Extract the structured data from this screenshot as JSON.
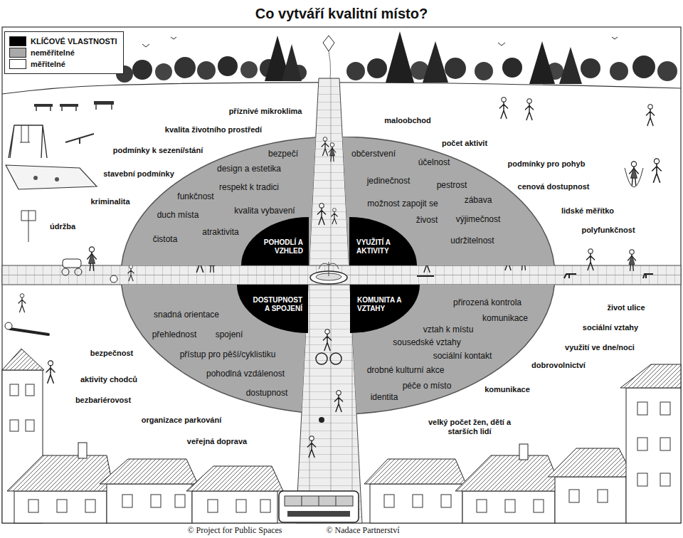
{
  "diagram": {
    "title": "Co vytváří kvalitní místo?",
    "nodes": [
      {
        "text": [
          "bezpečí",
          "design a estetika",
          "respekt k tradici",
          "funkčnost",
          "kvalita vybavení",
          "duch místa",
          "atraktivita",
          "čistota"
        ]
      },
      {
        "text": [
          "POHODLÍ A VZHLED"
        ],
        "in": 0
      },
      {
        "text": [
          "občerstvení",
          "účelnost",
          "jedinečnost",
          "pestrost",
          "možnost zapojit se",
          "zábava",
          "živost",
          "výjimečnost",
          "udržitelnost"
        ]
      },
      {
        "text": [
          "VYUŽITÍ A AKTIVITY"
        ],
        "in": 2
      },
      {
        "text": [
          "snadná orientace",
          "přehlednost",
          "spojení",
          "přístup pro pěší/cyklistiku",
          "pohodlná vzdálenost",
          "dostupnost"
        ]
      },
      {
        "text": [
          "DOSTUPNOST A SPOJENÍ"
        ],
        "in": 4
      },
      {
        "text": [
          "přirozená kontrola",
          "komunikace",
          "vztah k místu",
          "sousedské vztahy",
          "sociální kontakt",
          "drobné kulturní akce",
          "péče o místo",
          "identita"
        ]
      },
      {
        "text": [
          "KOMUNITA A VZTAHY"
        ],
        "in": 6
      }
    ],
    "labels": [
      "příznivé mikroklima",
      "kvalita životního prostředí",
      "podmínky k sezení/stání",
      "stavební podmínky",
      "kriminalita",
      "údržba",
      "maloobchod",
      "počet aktivit",
      "podmínky pro pohyb",
      "cenová dostupnost",
      "lidské měřítko",
      "polyfunkčnost",
      "bezpečnost",
      "aktivity chodců",
      "bezbariérovost",
      "organizace parkování",
      "veřejná doprava",
      "život ulice",
      "sociální vztahy",
      "využití ve dne/noci",
      "dobrovolnictví",
      "komunikace",
      "velký počet žen, dětí a starších lidí",
      "© Project for Public Spaces",
      "© Nadace Partnerství"
    ],
    "legend": [
      {
        "text": "KLÍČOVÉ VLASTNOSTI",
        "color": "#000000"
      },
      {
        "text": "neměřitelné",
        "color": "#a9a9a9"
      },
      {
        "text": "měřitelné",
        "color": "#ffffff"
      }
    ]
  }
}
